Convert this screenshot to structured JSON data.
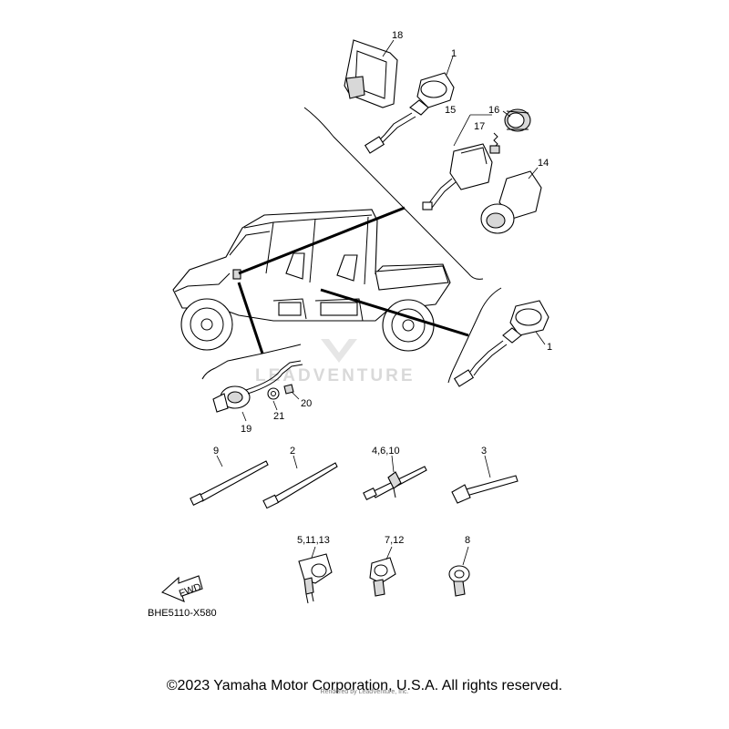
{
  "diagram": {
    "callouts": {
      "c1_top": "1",
      "c1_right": "1",
      "c2": "2",
      "c3": "3",
      "c4_6_10": "4,6,10",
      "c5_11_13": "5,11,13",
      "c7_12": "7,12",
      "c8": "8",
      "c9": "9",
      "c14": "14",
      "c15": "15",
      "c16": "16",
      "c17": "17",
      "c18": "18",
      "c19": "19",
      "c20": "20",
      "c21": "21"
    },
    "fwd_label": "FWD",
    "diagram_code": "BHE5110-X580",
    "watermark": "LEADVENTURE",
    "copyright": "©2023 Yamaha Motor Corporation, U.S.A. All rights reserved.",
    "rendered_by": "Rendered by LeadVenture, Inc."
  }
}
